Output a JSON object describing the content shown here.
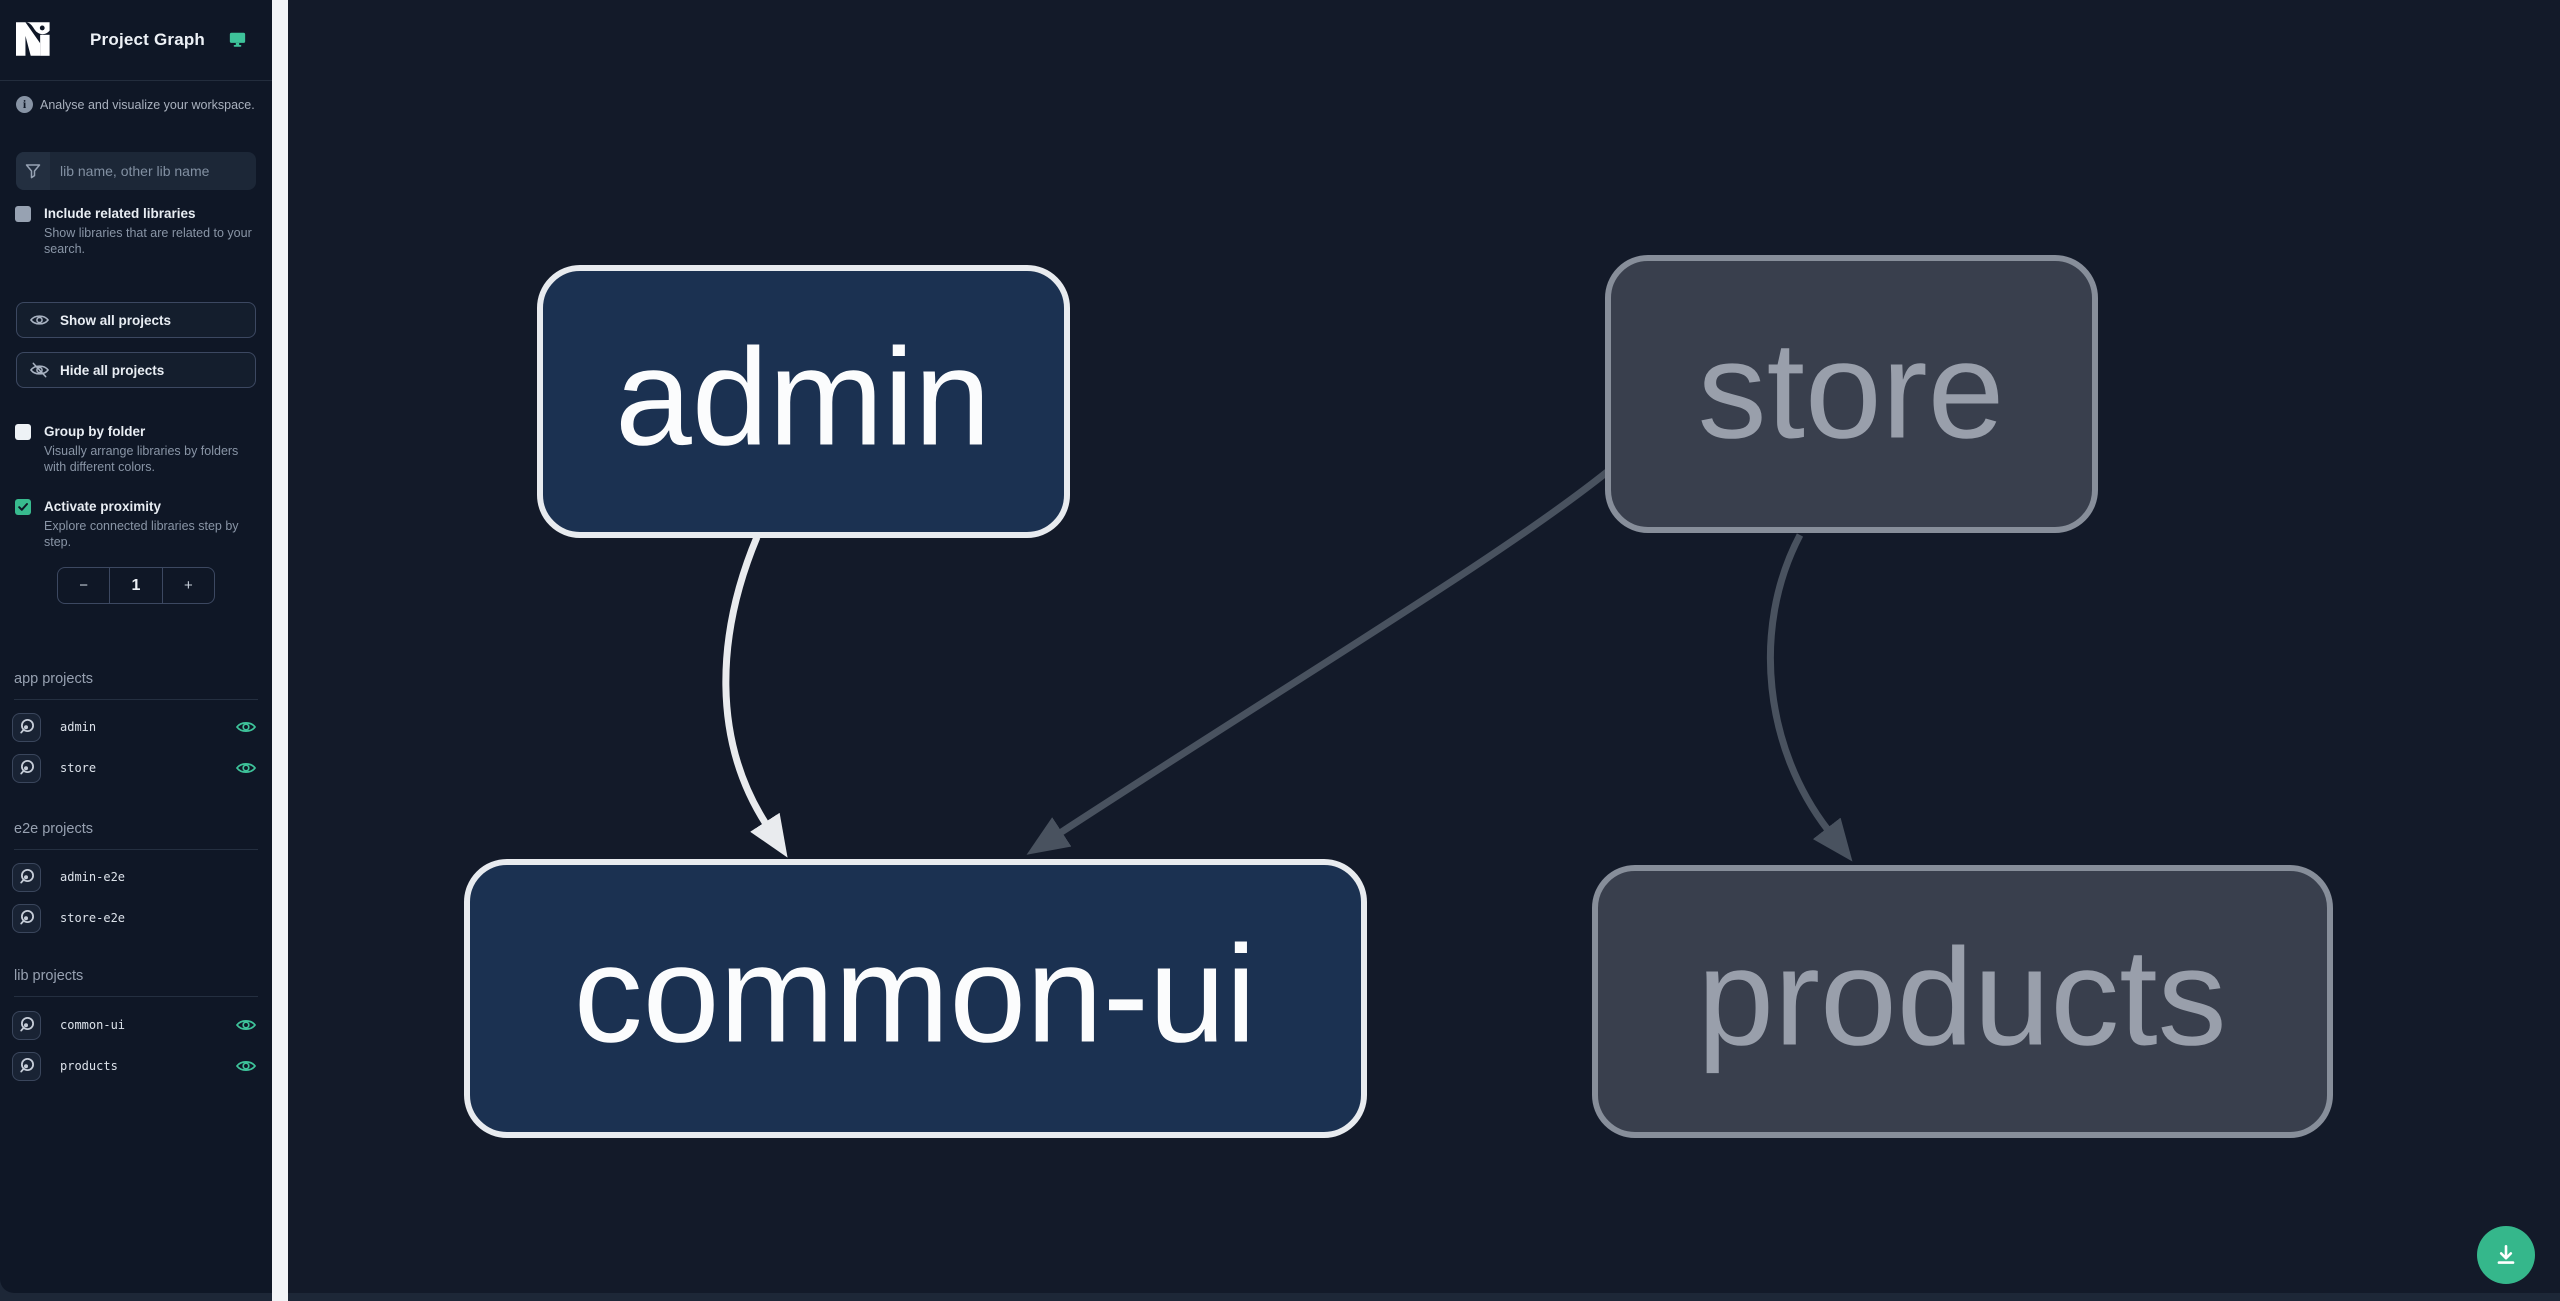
{
  "header": {
    "title": "Project Graph"
  },
  "sidebar": {
    "tagline": "Analyse and visualize your workspace.",
    "search": {
      "placeholder": "lib name, other lib name",
      "value": ""
    },
    "options": [
      {
        "label": "Include related libraries",
        "description": "Show libraries that are related to your search.",
        "checked": false
      },
      {
        "label": "Group by folder",
        "description": "Visually arrange libraries by folders with different colors.",
        "checked": false
      },
      {
        "label": "Activate proximity",
        "description": "Explore connected libraries step by step.",
        "checked": true
      }
    ],
    "buttons": [
      {
        "label": "Show all projects"
      },
      {
        "label": "Hide all projects"
      }
    ],
    "stepper": {
      "decrement": "−",
      "value": "1",
      "increment": "+"
    },
    "sections": [
      {
        "title": "app projects",
        "items": [
          {
            "name": "admin",
            "visible": true
          },
          {
            "name": "store",
            "visible": true
          }
        ]
      },
      {
        "title": "e2e projects",
        "items": [
          {
            "name": "admin-e2e",
            "visible": false
          },
          {
            "name": "store-e2e",
            "visible": false
          }
        ]
      },
      {
        "title": "lib projects",
        "items": [
          {
            "name": "common-ui",
            "visible": true
          },
          {
            "name": "products",
            "visible": true
          }
        ]
      }
    ]
  },
  "graph": {
    "nodes": [
      {
        "id": "admin",
        "label": "admin",
        "state": "focused"
      },
      {
        "id": "store",
        "label": "store",
        "state": "faded"
      },
      {
        "id": "common-ui",
        "label": "common-ui",
        "state": "focused"
      },
      {
        "id": "products",
        "label": "products",
        "state": "faded"
      }
    ],
    "edges": [
      {
        "from": "admin",
        "to": "common-ui",
        "state": "focused"
      },
      {
        "from": "store",
        "to": "common-ui",
        "state": "faded"
      },
      {
        "from": "store",
        "to": "products",
        "state": "faded"
      }
    ]
  },
  "icons": {
    "logo": "nx-logo",
    "header_right": "monitor-icon",
    "tagline": "info-icon",
    "search": "funnel-icon",
    "show_all": "eye-icon",
    "hide_all": "eye-off-icon",
    "project_item": "focus-icon",
    "visibility": "eye-icon",
    "fab": "download-icon"
  },
  "colors": {
    "sidebar_bg": "#0F1726",
    "canvas_bg": "#131A29",
    "accent_teal": "#35B78B",
    "node_focused_fill": "#1B3151",
    "node_focused_border": "#E8EBEF",
    "node_faded_fill": "#393F4D",
    "node_faded_border": "#878E9A",
    "edge_focused": "#E9EBEE",
    "edge_faded": "#49525F",
    "checkbox_checked": "#38BA8E"
  }
}
